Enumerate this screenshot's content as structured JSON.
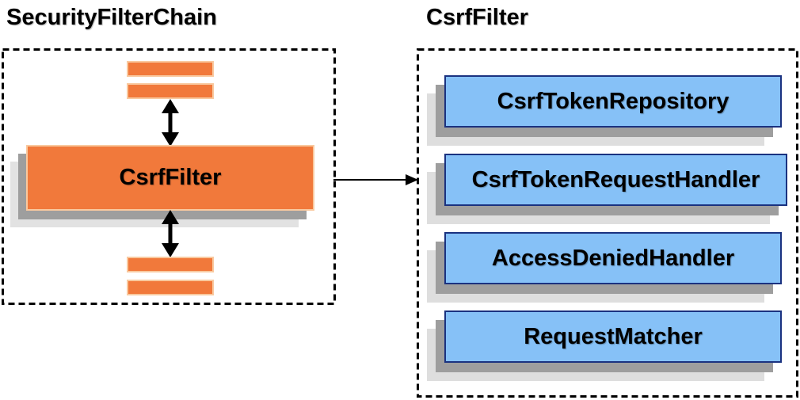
{
  "left_panel": {
    "title": "SecurityFilterChain",
    "filter_node_label": "CsrfFilter",
    "placeholder_bar_count": 4
  },
  "right_panel": {
    "title": "CsrfFilter",
    "components": [
      "CsrfTokenRepository",
      "CsrfTokenRequestHandler",
      "AccessDeniedHandler",
      "RequestMatcher"
    ]
  },
  "colors": {
    "orange_fill": "#F1793B",
    "orange_border": "#F9C99F",
    "blue_fill": "#86C1F7",
    "blue_border": "#1A3280",
    "shadow_dark": "#9E9E9E",
    "shadow_light": "#DEDEDE",
    "outline": "#000000",
    "background": "#FFFFFF"
  }
}
